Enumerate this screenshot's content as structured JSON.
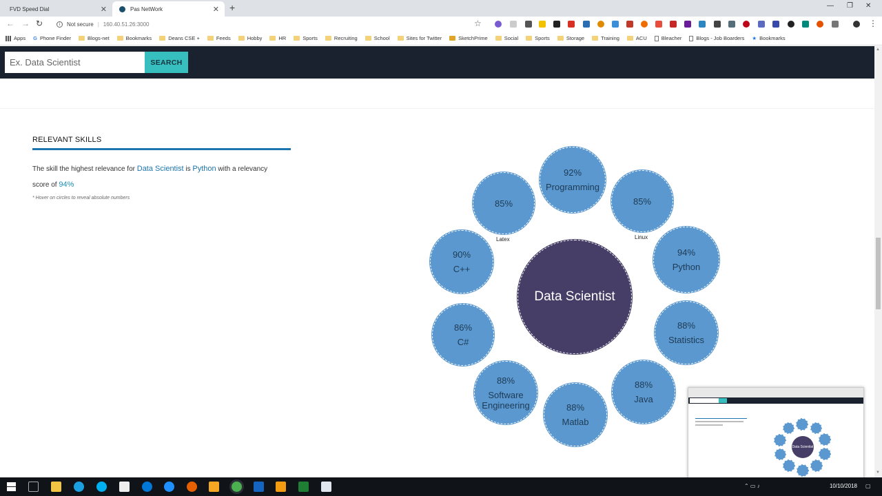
{
  "browser": {
    "tabs": [
      {
        "title": "FVD Speed Dial",
        "active": false
      },
      {
        "title": "Pas NetWork",
        "active": true
      }
    ],
    "security_label": "Not secure",
    "url": "160.40.51.26:3000",
    "bookmarks": [
      "Apps",
      "Phone Finder",
      "Blogs-net",
      "Bookmarks",
      "Deans CSE +",
      "Feeds",
      "Hobby",
      "HR",
      "Sports",
      "Recruiting",
      "School",
      "Sites for Twitter",
      "SketchPrime",
      "Social",
      "Sports",
      "Storage",
      "Training",
      "ACU",
      "Bleacher",
      "Blogs - Job Boarders"
    ],
    "bookmarks_right": "Bookmarks"
  },
  "header": {
    "search_placeholder": "Ex. Data Scientist",
    "search_button": "SEARCH"
  },
  "skills": {
    "title": "RELEVANT SKILLS",
    "sentence_part1": "The skill the highest relevance for ",
    "role": "Data Scientist",
    "sentence_part2": " is ",
    "top_skill": "Python",
    "sentence_part3": " with a relevancy score of ",
    "score": "94%",
    "note": "* Hover on circles to reveal absolute numbers"
  },
  "graph": {
    "center": "Data Scientist",
    "nodes": [
      {
        "pct": "92%",
        "label": "Programming",
        "outer": ""
      },
      {
        "pct": "85%",
        "label": "",
        "outer": "Linux"
      },
      {
        "pct": "94%",
        "label": "Python",
        "outer": ""
      },
      {
        "pct": "88%",
        "label": "Statistics",
        "outer": ""
      },
      {
        "pct": "88%",
        "label": "Java",
        "outer": ""
      },
      {
        "pct": "88%",
        "label": "Matlab",
        "outer": ""
      },
      {
        "pct": "88%",
        "label": "Software Engineering",
        "outer": ""
      },
      {
        "pct": "86%",
        "label": "C#",
        "outer": ""
      },
      {
        "pct": "90%",
        "label": "C++",
        "outer": ""
      },
      {
        "pct": "85%",
        "label": "",
        "outer": "Latex"
      }
    ]
  },
  "taskbar": {
    "date": "10/10/2018"
  },
  "colors": {
    "header_bg": "#1b222f",
    "search_btn": "#37bfc0",
    "bubble": "#5a98cf",
    "center": "#463e66",
    "accent_blue": "#1c75b0"
  }
}
